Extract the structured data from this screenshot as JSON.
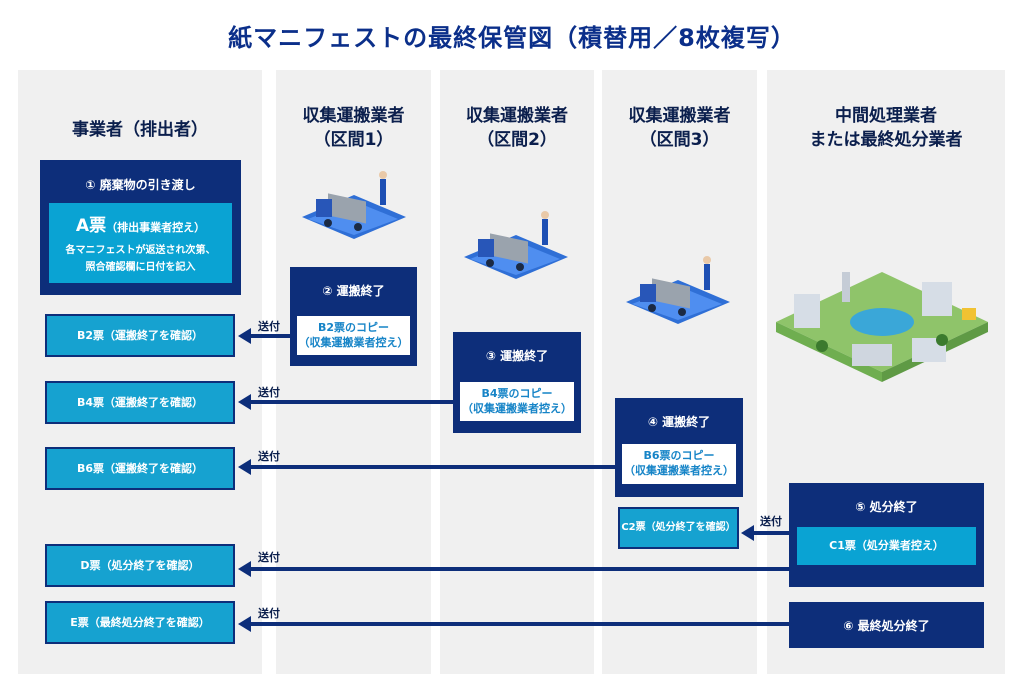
{
  "title": "紙マニフェストの最終保管図（積替用／8枚複写）",
  "columns": [
    {
      "label": "事業者（排出者）"
    },
    {
      "label_l1": "収集運搬業者",
      "label_l2": "（区間1）"
    },
    {
      "label_l1": "収集運搬業者",
      "label_l2": "（区間2）"
    },
    {
      "label_l1": "収集運搬業者",
      "label_l2": "（区間3）"
    },
    {
      "label_l1": "中間処理業者",
      "label_l2": "または最終処分業者"
    }
  ],
  "step1": {
    "title": "① 廃棄物の引き渡し",
    "ticket": "A票",
    "ticket_note": "（排出事業者控え）",
    "desc_l1": "各マニフェストが返送され次第、",
    "desc_l2": "照合確認欄に日付を記入"
  },
  "step2": {
    "title": "② 運搬終了",
    "copy_l1": "B2票のコピー",
    "copy_l2": "（収集運搬業者控え）"
  },
  "step3": {
    "title": "③ 運搬終了",
    "copy_l1": "B4票のコピー",
    "copy_l2": "（収集運搬業者控え）"
  },
  "step4": {
    "title": "④ 運搬終了",
    "copy_l1": "B6票のコピー",
    "copy_l2": "（収集運搬業者控え）"
  },
  "step5": {
    "title": "⑤ 処分終了",
    "copy": "C1票（処分業者控え）"
  },
  "step6": {
    "title": "⑥ 最終処分終了"
  },
  "tickets": {
    "b2": "B2票（運搬終了を確認）",
    "b4": "B4票（運搬終了を確認）",
    "b6": "B6票（運搬終了を確認）",
    "c2": "C2票（処分終了を確認）",
    "d": "D票（処分終了を確認）",
    "e": "E票（最終処分終了を確認）"
  },
  "send_label": "送付",
  "colors": {
    "navy": "#0d2e7a",
    "cyan": "#0aa3d3",
    "column_bg": "#f0f0f0"
  }
}
